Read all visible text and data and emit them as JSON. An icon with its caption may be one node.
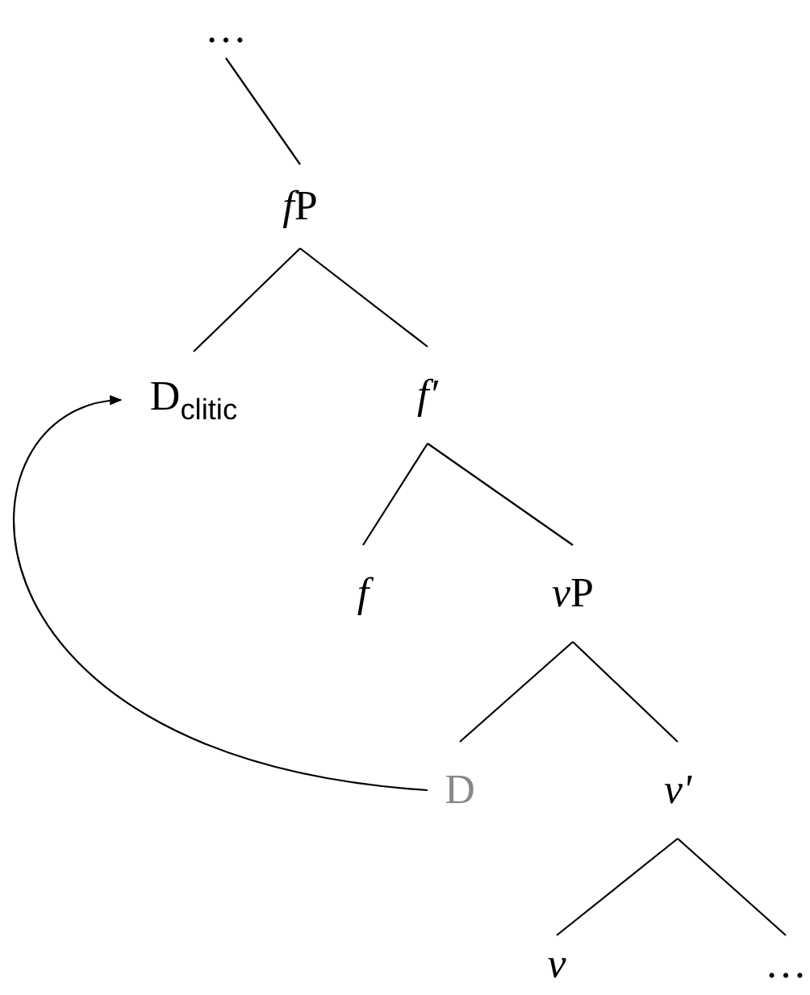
{
  "diagram": {
    "nodes": [
      {
        "text": [
          "…"
        ]
      },
      {
        "text": [
          "fP"
        ]
      },
      {
        "text": [
          "D$_{clitic}$"
        ]
      },
      {
        "text": [
          "f′"
        ]
      },
      {
        "text": [
          "f"
        ]
      },
      {
        "text": [
          "vP"
        ]
      },
      {
        "text": [
          "D"
        ]
      },
      {
        "text": [
          "v'"
        ]
      },
      {
        "text": [
          "v"
        ]
      },
      {
        "text": [
          "…"
        ]
      }
    ],
    "edges": [
      {
        "from": 0,
        "to": 1,
        "arrow": "none"
      },
      {
        "from": 1,
        "to": 2,
        "arrow": "none"
      },
      {
        "from": 1,
        "to": 3,
        "arrow": "none"
      },
      {
        "from": 3,
        "to": 4,
        "arrow": "none"
      },
      {
        "from": 3,
        "to": 5,
        "arrow": "none"
      },
      {
        "from": 5,
        "to": 6,
        "arrow": "none"
      },
      {
        "from": 5,
        "to": 7,
        "arrow": "none"
      },
      {
        "from": 7,
        "to": 8,
        "arrow": "none"
      },
      {
        "from": 7,
        "to": 9,
        "arrow": "none"
      },
      {
        "from": 6,
        "to": 2,
        "arrow": "to"
      }
    ]
  }
}
